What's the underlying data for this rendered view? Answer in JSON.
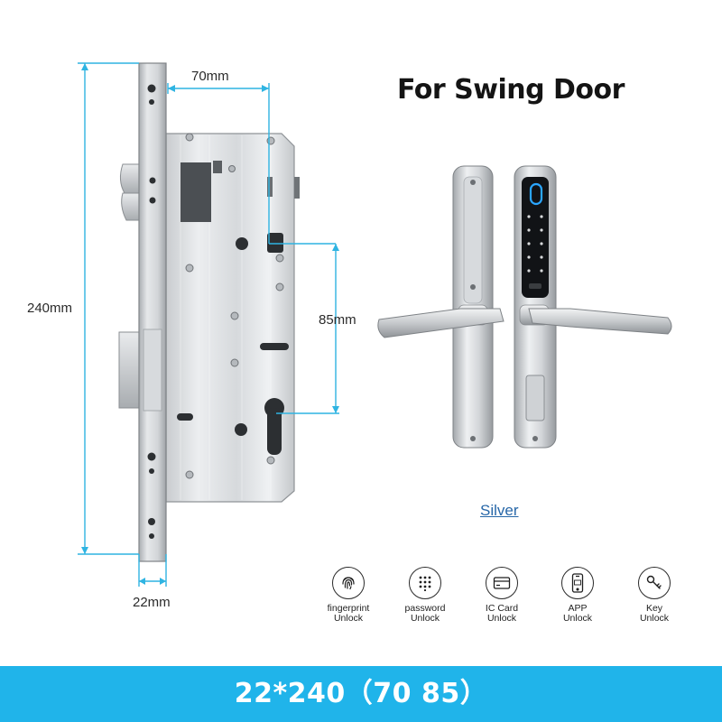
{
  "product_image": {
    "dimensions": {
      "backset": "70mm",
      "height": "240mm",
      "center_distance": "85mm",
      "faceplate_width": "22mm"
    }
  },
  "heading": {
    "title": "For Swing Door"
  },
  "color_option": {
    "label": "Silver"
  },
  "unlock_methods": [
    {
      "line1": "fingerprint",
      "line2": "Unlock",
      "icon": "fingerprint-icon"
    },
    {
      "line1": "password",
      "line2": "Unlock",
      "icon": "keypad-icon"
    },
    {
      "line1": "IC Card",
      "line2": "Unlock",
      "icon": "card-icon"
    },
    {
      "line1": "APP",
      "line2": "Unlock",
      "icon": "phone-app-icon"
    },
    {
      "line1": "Key",
      "line2": "Unlock",
      "icon": "key-icon"
    }
  ],
  "footer": {
    "spec": "22*240（70 85）"
  },
  "colors": {
    "dimension_line": "#2fb4e2",
    "footer_bar": "#20b4ea",
    "footer_text": "#ffffff",
    "color_label": "#2767a8"
  }
}
